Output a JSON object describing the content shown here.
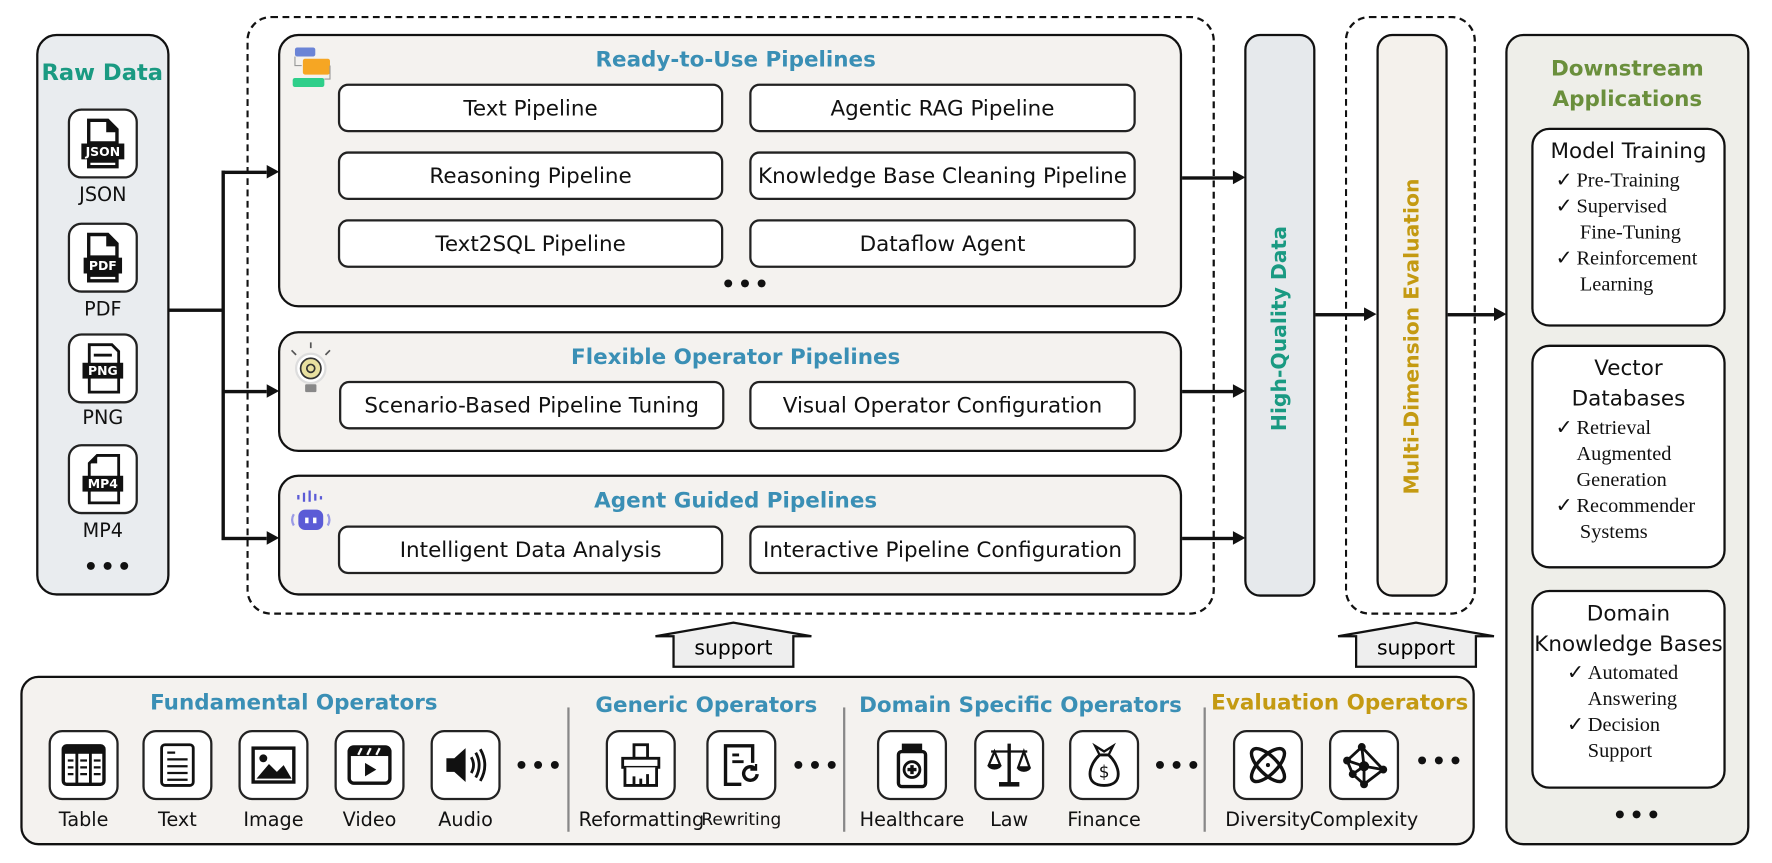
{
  "raw_data": {
    "title": "Raw Data",
    "files": [
      {
        "icon": "json-file-icon",
        "tag": "JSON",
        "label": "JSON"
      },
      {
        "icon": "pdf-file-icon",
        "tag": "PDF",
        "label": "PDF"
      },
      {
        "icon": "png-file-icon",
        "tag": "PNG",
        "label": "PNG"
      },
      {
        "icon": "mp4-file-icon",
        "tag": "MP4",
        "label": "MP4"
      }
    ],
    "more": "•••"
  },
  "pipelines": {
    "ready_to_use": {
      "title": "Ready-to-Use Pipelines",
      "items": [
        "Text Pipeline",
        "Agentic RAG Pipeline",
        "Reasoning Pipeline",
        "Knowledge Base Cleaning Pipeline",
        "Text2SQL Pipeline",
        "Dataflow Agent"
      ],
      "more": "•••"
    },
    "flexible": {
      "title": "Flexible Operator Pipelines",
      "items": [
        "Scenario-Based Pipeline Tuning",
        "Visual Operator Configuration"
      ]
    },
    "agent_guided": {
      "title": "Agent Guided Pipelines",
      "items": [
        "Intelligent Data Analysis",
        "Interactive Pipeline Configuration"
      ]
    }
  },
  "high_quality_data": "High-Quality Data",
  "evaluation": "Multi-Dimension Evaluation",
  "support_labels": [
    "support",
    "support"
  ],
  "operators": {
    "fundamental": {
      "title": "Fundamental Operators",
      "items": [
        "Table",
        "Text",
        "Image",
        "Video",
        "Audio"
      ],
      "more": "•••"
    },
    "generic": {
      "title": "Generic Operators",
      "items": [
        "Reformatting",
        "Rewriting"
      ],
      "more": "•••"
    },
    "domain": {
      "title": "Domain Specific Operators",
      "items": [
        "Healthcare",
        "Law",
        "Finance"
      ],
      "more": "•••"
    },
    "evaluation": {
      "title": "Evaluation Operators",
      "items": [
        "Diversity",
        "Complexity"
      ],
      "more": "•••"
    }
  },
  "downstream": {
    "title_line1": "Downstream",
    "title_line2": "Applications",
    "model_training": {
      "title": "Model Training",
      "items": [
        "Pre-Training",
        "Supervised",
        "Fine-Tuning",
        "Reinforcement",
        "Learning"
      ]
    },
    "vector_db": {
      "title_line1": "Vector",
      "title_line2": "Databases",
      "items": [
        "Retrieval",
        "Augmented",
        "Generation",
        "Recommender",
        "Systems"
      ]
    },
    "domain_kb": {
      "title_line1": "Domain",
      "title_line2": "Knowledge Bases",
      "items": [
        "Automated",
        "Answering",
        "Decision",
        "Support"
      ]
    },
    "more": "•••",
    "check": "✓"
  },
  "colors": {
    "teal": "#1a9a82",
    "blue": "#3a8fb5",
    "gold": "#c49a12",
    "olive": "#6a8f3c"
  }
}
